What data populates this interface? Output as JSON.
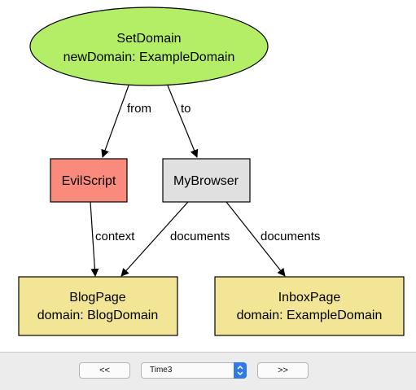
{
  "diagram": {
    "nodes": {
      "setdomain": {
        "line1": "SetDomain",
        "line2": "newDomain: ExampleDomain",
        "fill": "#b3ee66"
      },
      "evilscript": {
        "label": "EvilScript",
        "fill": "#fa8b7c"
      },
      "mybrowser": {
        "label": "MyBrowser",
        "fill": "#e0e0e0"
      },
      "blogpage": {
        "line1": "BlogPage",
        "line2": "domain: BlogDomain",
        "fill": "#f2e596"
      },
      "inboxpage": {
        "line1": "InboxPage",
        "line2": "domain: ExampleDomain",
        "fill": "#f2e596"
      }
    },
    "edges": {
      "from": "from",
      "to": "to",
      "context": "context",
      "documents_left": "documents",
      "documents_right": "documents"
    }
  },
  "toolbar": {
    "prev_label": "<<",
    "next_label": ">>",
    "time_value": "Time3",
    "stepper_icon": "up-down-chevron-icon"
  }
}
